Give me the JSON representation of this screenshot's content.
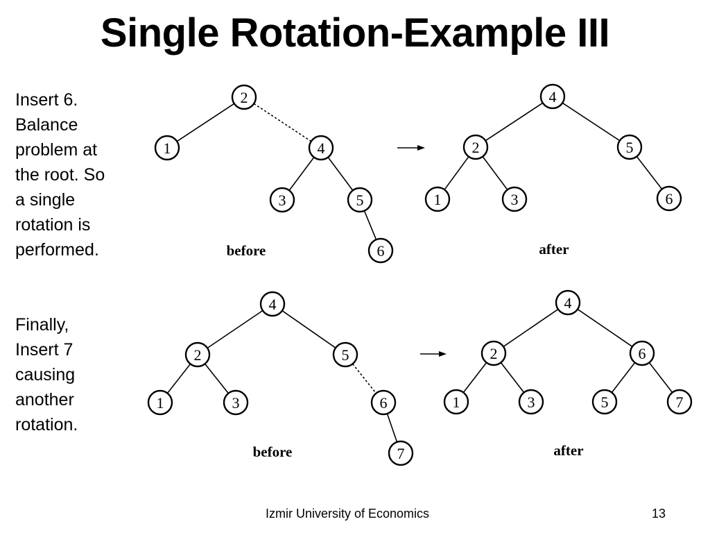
{
  "slide": {
    "title": "Single Rotation-Example III",
    "page_number": "13",
    "footer": "Izmir University of Economics"
  },
  "sections": [
    {
      "description_lines": [
        "Insert 6.",
        "Balance",
        "problem at",
        "the root. So",
        "a single",
        "rotation is",
        "performed."
      ],
      "before": {
        "caption": "before",
        "nodes": [
          {
            "label": "2"
          },
          {
            "label": "1"
          },
          {
            "label": "4"
          },
          {
            "label": "3"
          },
          {
            "label": "5"
          },
          {
            "label": "6"
          }
        ],
        "edges": [
          {
            "from": 0,
            "to": 1,
            "style": "solid"
          },
          {
            "from": 0,
            "to": 2,
            "style": "dashed"
          },
          {
            "from": 2,
            "to": 3,
            "style": "solid"
          },
          {
            "from": 2,
            "to": 4,
            "style": "solid"
          },
          {
            "from": 4,
            "to": 5,
            "style": "solid"
          }
        ]
      },
      "after": {
        "caption": "after",
        "nodes": [
          {
            "label": "4"
          },
          {
            "label": "2"
          },
          {
            "label": "5"
          },
          {
            "label": "1"
          },
          {
            "label": "3"
          },
          {
            "label": "6"
          }
        ],
        "edges": [
          {
            "from": 0,
            "to": 1,
            "style": "solid"
          },
          {
            "from": 0,
            "to": 2,
            "style": "solid"
          },
          {
            "from": 1,
            "to": 3,
            "style": "solid"
          },
          {
            "from": 1,
            "to": 4,
            "style": "solid"
          },
          {
            "from": 2,
            "to": 5,
            "style": "solid"
          }
        ]
      }
    },
    {
      "description_lines": [
        "Finally,",
        "Insert 7",
        "causing",
        "another",
        "rotation."
      ],
      "before": {
        "caption": "before",
        "nodes": [
          {
            "label": "4"
          },
          {
            "label": "2"
          },
          {
            "label": "5"
          },
          {
            "label": "1"
          },
          {
            "label": "3"
          },
          {
            "label": "6"
          },
          {
            "label": "7"
          }
        ],
        "edges": [
          {
            "from": 0,
            "to": 1,
            "style": "solid"
          },
          {
            "from": 0,
            "to": 2,
            "style": "solid"
          },
          {
            "from": 1,
            "to": 3,
            "style": "solid"
          },
          {
            "from": 1,
            "to": 4,
            "style": "solid"
          },
          {
            "from": 2,
            "to": 5,
            "style": "dashed"
          },
          {
            "from": 5,
            "to": 6,
            "style": "solid"
          }
        ]
      },
      "after": {
        "caption": "after",
        "nodes": [
          {
            "label": "4"
          },
          {
            "label": "2"
          },
          {
            "label": "6"
          },
          {
            "label": "1"
          },
          {
            "label": "3"
          },
          {
            "label": "5"
          },
          {
            "label": "7"
          }
        ],
        "edges": [
          {
            "from": 0,
            "to": 1,
            "style": "solid"
          },
          {
            "from": 0,
            "to": 2,
            "style": "solid"
          },
          {
            "from": 1,
            "to": 3,
            "style": "solid"
          },
          {
            "from": 1,
            "to": 4,
            "style": "solid"
          },
          {
            "from": 2,
            "to": 5,
            "style": "solid"
          },
          {
            "from": 2,
            "to": 6,
            "style": "solid"
          }
        ]
      }
    }
  ]
}
